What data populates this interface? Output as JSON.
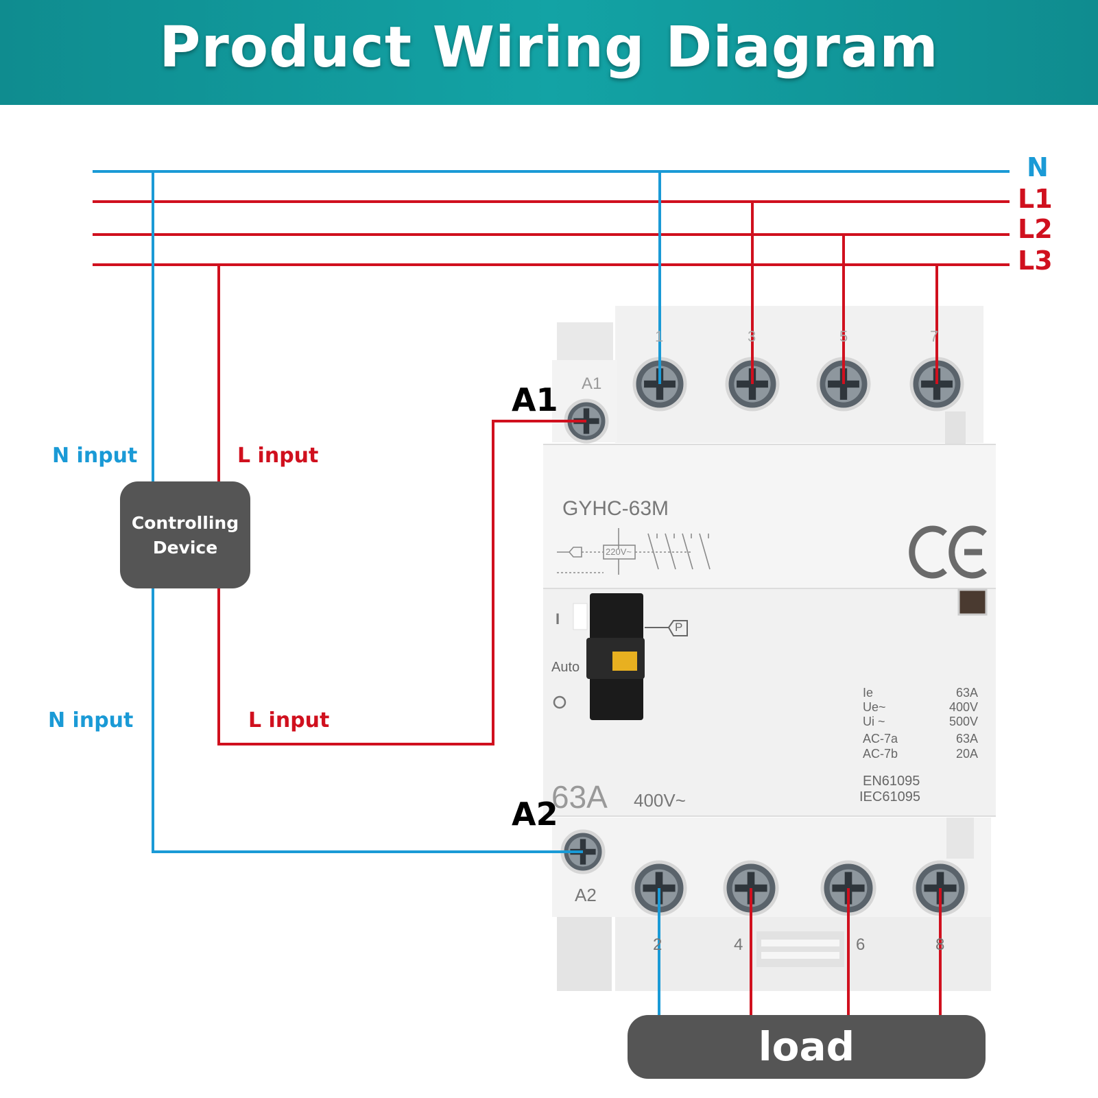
{
  "title": "Product Wiring Diagram",
  "bus_labels": {
    "n": "N",
    "l1": "L1",
    "l2": "L2",
    "l3": "L3"
  },
  "inputs": {
    "n_top": "N input",
    "l_top": "L input",
    "n_bottom": "N input",
    "l_bottom": "L input"
  },
  "controller": {
    "line1": "Controlling",
    "line2": "Device"
  },
  "coil_terminals": {
    "a1": "A1",
    "a2": "A2"
  },
  "load": "load",
  "device": {
    "model": "GYHC-63M",
    "a1_mark": "A1",
    "a2_mark": "A2",
    "top_terminals": [
      "1",
      "3",
      "5",
      "7"
    ],
    "bottom_terminals": [
      "2",
      "4",
      "6",
      "8"
    ],
    "switch_on": "I",
    "switch_auto": "Auto",
    "switch_off": "O",
    "switch_p": "P",
    "schematic_voltage": "220V~",
    "rating_big": "63A",
    "rating_voltage": "400V~",
    "ce": "CE",
    "specs": [
      {
        "k": "Ie",
        "v": "63A"
      },
      {
        "k": "Ue~",
        "v": "400V"
      },
      {
        "k": "Ui ~",
        "v": "500V"
      },
      {
        "k": "AC-7a",
        "v": "63A"
      },
      {
        "k": "AC-7b",
        "v": "20A"
      }
    ],
    "standards": [
      "EN61095",
      "IEC61095"
    ]
  },
  "colors": {
    "neutral": "#1a9ad6",
    "live": "#d0101e",
    "box": "#555555",
    "header": "#13a3a5"
  }
}
